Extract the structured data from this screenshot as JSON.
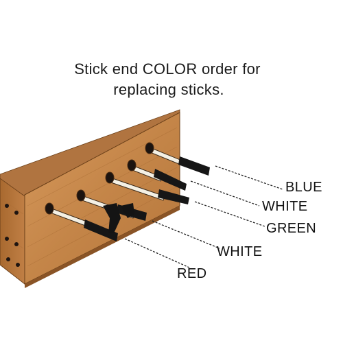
{
  "title_lines": [
    "Stick end COLOR order for",
    "replacing sticks."
  ],
  "labels": [
    "BLUE",
    "WHITE",
    "GREEN",
    "WHITE",
    "RED"
  ],
  "colors": {
    "wood_front": "#c68a4e",
    "wood_side": "#a86d38",
    "wood_top": "#d69c60",
    "rod": "#f4f0e4",
    "handle": "#161616",
    "hole": "#1c1410",
    "leader": "#222222"
  }
}
